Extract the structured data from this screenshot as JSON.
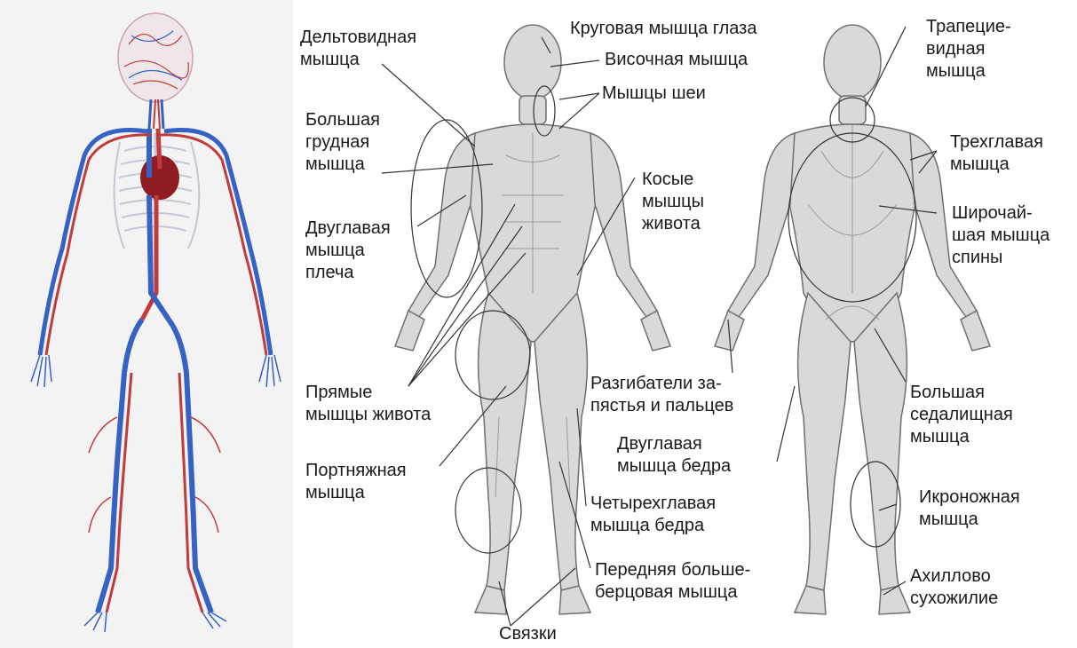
{
  "circulatory_figure": {
    "colors": {
      "arteries": "#c23a3a",
      "veins": "#3562c4",
      "heart": "#8e1c22",
      "skeleton": "#c9c4d6",
      "background": "#f3f3f3"
    }
  },
  "muscle_figure": {
    "colors": {
      "body_fill": "#d9d9d9",
      "body_stroke": "#6f6f6f",
      "leader_line": "#333333",
      "text": "#1a1a1a"
    },
    "labels": [
      {
        "id": "deltoid",
        "text": "Дельтовидная\nмышца"
      },
      {
        "id": "orbicularis-oculi",
        "text": "Круговая мышца глаза"
      },
      {
        "id": "temporal",
        "text": "Височная мышца"
      },
      {
        "id": "neck",
        "text": "Мышцы шеи"
      },
      {
        "id": "trapezius",
        "text": "Трапецие-\nвидная\nмышца"
      },
      {
        "id": "pectoralis",
        "text": "Большая\nгрудная\nмышца"
      },
      {
        "id": "triceps",
        "text": "Трехглавая\nмышца"
      },
      {
        "id": "obliques",
        "text": "Косые\nмышцы\nживота"
      },
      {
        "id": "biceps",
        "text": "Двуглавая\nмышца\nплеча"
      },
      {
        "id": "latissimus",
        "text": "Широчай-\nшая мышца\nспины"
      },
      {
        "id": "rectus-abdominis",
        "text": "Прямые\nмышцы живота"
      },
      {
        "id": "extensors",
        "text": "Разгибатели за-\nпястья и пальцев"
      },
      {
        "id": "gluteus",
        "text": "Большая\nседалищная\nмышца"
      },
      {
        "id": "biceps-femoris",
        "text": "Двуглавая\nмышца бедра"
      },
      {
        "id": "sartorius",
        "text": "Портняжная\nмышца"
      },
      {
        "id": "quadriceps",
        "text": "Четырехглавая\nмышца бедра"
      },
      {
        "id": "gastrocnemius",
        "text": "Икроножная\nмышца"
      },
      {
        "id": "tibialis",
        "text": "Передняя больше-\nберцовая мышца"
      },
      {
        "id": "achilles",
        "text": "Ахиллово\nсухожилие"
      },
      {
        "id": "ligaments",
        "text": "Связки"
      }
    ]
  }
}
